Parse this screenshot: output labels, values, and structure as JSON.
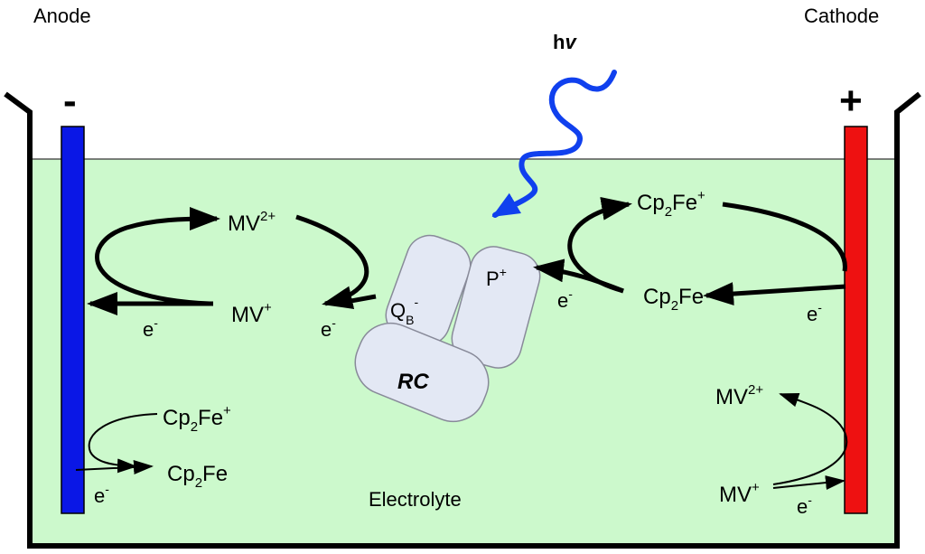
{
  "labels": {
    "anode": "Anode",
    "cathode": "Cathode",
    "minus": "-",
    "plus": "+",
    "hv_h": "h",
    "hv_nu": "v",
    "electrolyte": "Electrolyte",
    "rc": "RC"
  },
  "species": {
    "mv": "MV",
    "mv2_sup": "2+",
    "mv1_sup": "+",
    "cp": "Cp",
    "cp_sub": "2",
    "fe": "Fe",
    "fe_plus_sup": "+",
    "electron": "e",
    "electron_sup": "-",
    "q": "Q",
    "q_sub": "B",
    "q_sup": "-",
    "p": "P",
    "p_sup": "+"
  },
  "colors": {
    "electrolyte": "#ccf9cc",
    "anode": "#0a17e6",
    "cathode": "#ee1111",
    "photon": "#1040ee",
    "rc_fill": "#e3e8f4",
    "rc_stroke": "#888a99"
  }
}
